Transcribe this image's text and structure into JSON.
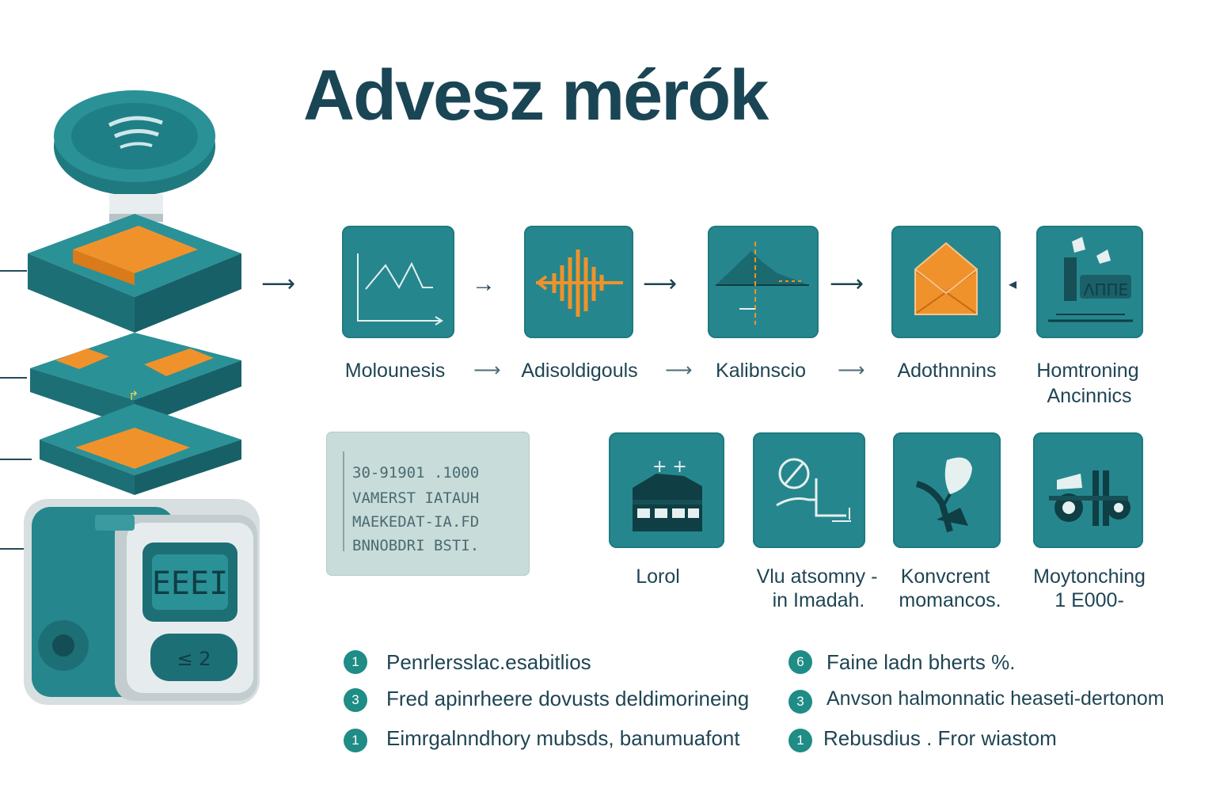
{
  "title": "Advesz mérók",
  "colors": {
    "teal": "#25878d",
    "dark": "#1a4555",
    "orange": "#f0922b",
    "code_bg": "#c8dcd9"
  },
  "device": {
    "display": "EEEI",
    "button": "≤ 2"
  },
  "flow_top": [
    {
      "label": "Molounesis",
      "icon": "line-graph-icon"
    },
    {
      "label": "Adisoldigouls",
      "icon": "waveform-icon"
    },
    {
      "label": "Kalibnscio",
      "icon": "mountain-peak-icon"
    },
    {
      "label": "Adothnnins",
      "icon": "envelope-icon"
    },
    {
      "label_line1": "Homtroning",
      "label_line2": "Ancinnics",
      "icon": "industrial-scene-icon"
    }
  ],
  "code_lines": [
    "30-91901 .1000",
    "VAMERST IATAUH",
    "MAEKEDAT-IA.FD",
    "BNNOBDRI BSTI."
  ],
  "flow_bottom": [
    {
      "label_line1": "Lorol",
      "label_line2": "",
      "icon": "building-icon"
    },
    {
      "label_line1": "Vlu atsomny -",
      "label_line2": "in Imadah.",
      "icon": "probe-icon"
    },
    {
      "label_line1": "Konvcrent",
      "label_line2": "momancos.",
      "icon": "leaf-icon"
    },
    {
      "label_line1": "Moytonching",
      "label_line2": "1 E000-",
      "icon": "machine-icon"
    }
  ],
  "bullets": [
    {
      "num": "1",
      "text": "Penrlersslac.esabitlios"
    },
    {
      "num": "3",
      "text": "Fred  apinrheere dovusts deldimorineing"
    },
    {
      "num": "1",
      "text": "Eimrgalnndhory mubsds,  banumuafont"
    },
    {
      "num": "6",
      "text": "Faine ladn bherts %."
    },
    {
      "num": "3",
      "text": "Anvson halmonnatic heaseti-dertonom"
    },
    {
      "num": "1",
      "text": "Rebusdius . Fror wiastom"
    }
  ]
}
